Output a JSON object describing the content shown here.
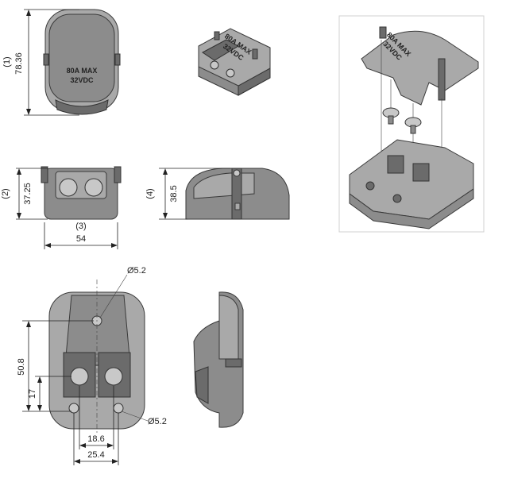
{
  "labels": {
    "dim1": "(1)",
    "dim1_value": "78.36",
    "dim2": "(2)",
    "dim2_value": "37.25",
    "dim3": "(3)",
    "dim3_value": "54",
    "dim4": "(4)",
    "dim4_value": "38.5",
    "hole_top": "Ø5.2",
    "hole_bottom": "Ø5.2",
    "h508": "50.8",
    "h17": "17",
    "w186": "18.6",
    "w254": "25.4"
  },
  "marking": {
    "line1": "80A  MAX",
    "line2": "32VDC",
    "iso_line1": "80A  MAX",
    "iso_line2": "32VDC"
  },
  "colors": {
    "body": "#8c8c8c",
    "body_light": "#a9a9a9",
    "body_dark": "#6b6b6b",
    "outline": "#3a3a3a",
    "frame": "#d0d0d0"
  }
}
